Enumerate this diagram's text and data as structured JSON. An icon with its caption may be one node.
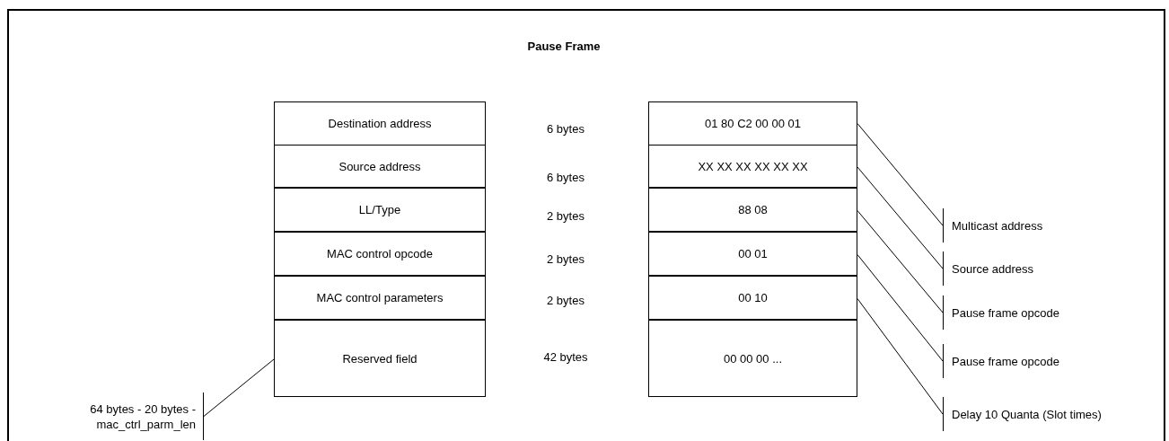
{
  "diagram": {
    "title": "Pause Frame",
    "nodes": [
      {
        "text": [
          "Destination address"
        ]
      },
      {
        "text": [
          "Source address"
        ]
      },
      {
        "text": [
          "LL/Type"
        ]
      },
      {
        "text": [
          "MAC control opcode"
        ]
      },
      {
        "text": [
          "MAC control parameters"
        ]
      },
      {
        "text": [
          "Reserved field"
        ]
      },
      {
        "text": [
          "01 80 C2 00 00 01"
        ]
      },
      {
        "text": [
          "XX XX XX XX XX XX"
        ]
      },
      {
        "text": [
          "88 08"
        ]
      },
      {
        "text": [
          "00 01"
        ]
      },
      {
        "text": [
          "00 10"
        ]
      },
      {
        "text": [
          "00 00 00 ..."
        ]
      },
      {
        "text": [
          "Multicast address"
        ]
      },
      {
        "text": [
          "Source address"
        ]
      },
      {
        "text": [
          "Pause frame opcode"
        ]
      },
      {
        "text": [
          "Pause frame opcode"
        ]
      },
      {
        "text": [
          "Delay 10 Quanta (Slot times)"
        ]
      },
      {
        "text": [
          "64 bytes - 20 bytes - mac_ctrl_parm_len"
        ]
      }
    ],
    "edges": [
      {
        "from": 6,
        "to": 12,
        "arrow": "none"
      },
      {
        "from": 7,
        "to": 13,
        "arrow": "none"
      },
      {
        "from": 8,
        "to": 14,
        "arrow": "none"
      },
      {
        "from": 9,
        "to": 15,
        "arrow": "none"
      },
      {
        "from": 10,
        "to": 16,
        "arrow": "none"
      },
      {
        "from": 17,
        "to": 5,
        "arrow": "none"
      }
    ],
    "labels": [
      "6 bytes",
      "6 bytes",
      "2 bytes",
      "2 bytes",
      "2 bytes",
      "42 bytes"
    ]
  }
}
